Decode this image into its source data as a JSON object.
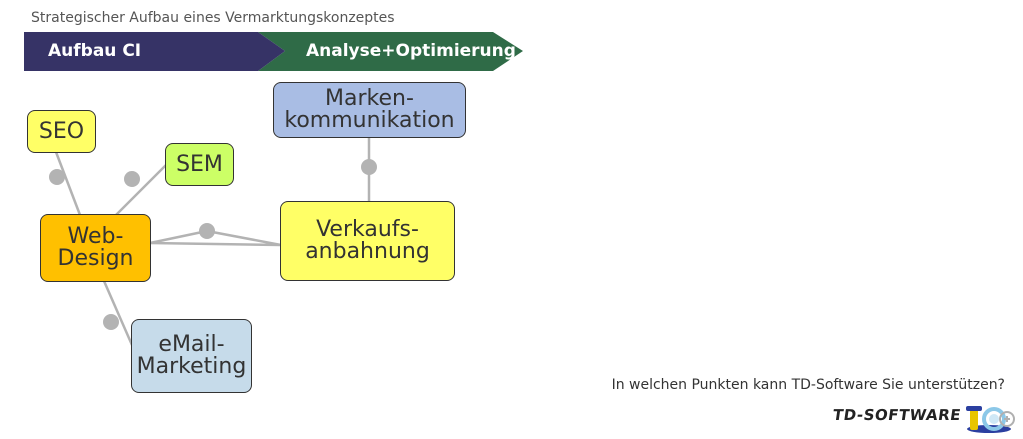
{
  "header": {
    "title": "Strategischer Aufbau eines Vermarktungskonzeptes"
  },
  "phases": [
    {
      "label": "Aufbau CI",
      "color": "#363366"
    },
    {
      "label": "Analyse+Optimierung",
      "color": "#2f6b47"
    }
  ],
  "nodes": {
    "seo": {
      "line1": "SEO",
      "line2": "",
      "color": "#ffff66"
    },
    "sem": {
      "line1": "SEM",
      "line2": "",
      "color": "#ccff66"
    },
    "webdesign": {
      "line1": "Web-",
      "line2": "Design",
      "color": "#ffc000"
    },
    "email": {
      "line1": "eMail-",
      "line2": "Marketing",
      "color": "#c6dbea"
    },
    "verkauf": {
      "line1": "Verkaufs-",
      "line2": "anbahnung",
      "color": "#ffff66"
    },
    "marken": {
      "line1": "Marken-",
      "line2": "kommunikation",
      "color": "#a9bde4"
    }
  },
  "footer": {
    "question": "In welchen Punkten kann TD-Software Sie unterstützen?",
    "logo_text": "TD-SOFTWARE"
  },
  "colors": {
    "connector": "#b3b3b3",
    "border": "#333333"
  }
}
